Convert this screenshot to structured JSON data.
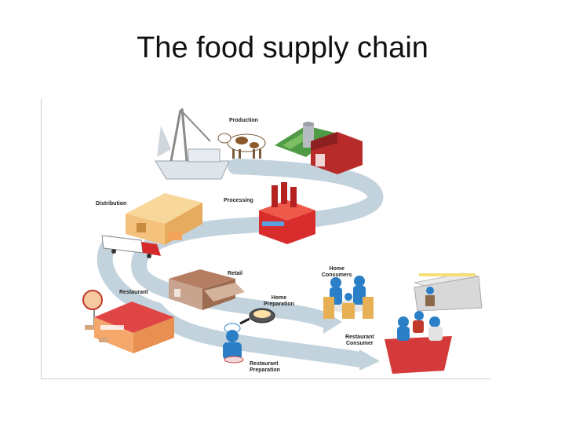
{
  "title": "The food supply chain",
  "labels": {
    "production": "Production",
    "distribution": "Distribution",
    "processing": "Processing",
    "retail": "Retail",
    "home_consumers": "Home\nConsumers",
    "restaurant": "Restaurant",
    "home_preparation": "Home\nPreparation",
    "restaurant_consumer": "Restaurant\nConsumer",
    "restaurant_preparation": "Restaurant\nPreparation"
  },
  "colors": {
    "flow_arrow": "#c3d3dd",
    "barn": "#b82b2b",
    "factory": "#d92c2c",
    "warehouse": "#f4c27c",
    "people": "#2a7fc6"
  }
}
